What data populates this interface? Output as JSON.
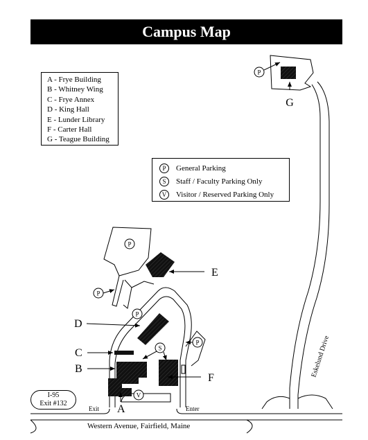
{
  "title": "Campus Map",
  "building_legend": [
    "A - Frye Building",
    "B - Whitney Wing",
    "C - Frye Annex",
    "D - King Hall",
    "E - Lunder Library",
    "F - Carter Hall",
    "G - Teague Building"
  ],
  "parking_legend": [
    {
      "symbol": "P",
      "label": "General Parking"
    },
    {
      "symbol": "S",
      "label": "Staff / Faculty Parking Only"
    },
    {
      "symbol": "V",
      "label": "Visitor / Reserved Parking Only"
    }
  ],
  "building_labels": {
    "a": "A",
    "b": "B",
    "c": "C",
    "d": "D",
    "e": "E",
    "f": "F",
    "g": "G"
  },
  "markers": {
    "p": "P",
    "s": "S",
    "v": "V"
  },
  "road_labels": {
    "street": "Western Avenue, Fairfield, Maine",
    "drive": "Eskelund Drive",
    "exit": "Exit",
    "enter": "Enter"
  },
  "highway": {
    "line1": "I-95",
    "line2": "Exit #132"
  }
}
